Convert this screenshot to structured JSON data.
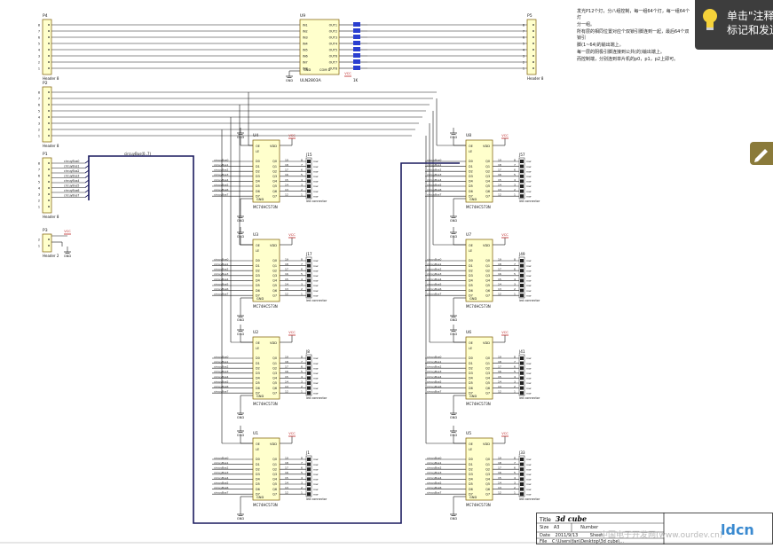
{
  "headers": [
    {
      "ref": "P4",
      "type": "Header 8"
    },
    {
      "ref": "P5",
      "type": "Header 8"
    },
    {
      "ref": "P2",
      "type": "Header 8"
    },
    {
      "ref": "P1",
      "type": "Header 8"
    },
    {
      "ref": "P3",
      "type": "Header 2"
    }
  ],
  "driver": {
    "ref": "U9",
    "part": "ULN2803A",
    "resistor": "1K",
    "gnd": "GND",
    "vcc": "VCC",
    "com": "COM D"
  },
  "shift_registers": [
    {
      "ref": "U4",
      "jack": "J15"
    },
    {
      "ref": "U3",
      "jack": "J17"
    },
    {
      "ref": "U2",
      "jack": "J8"
    },
    {
      "ref": "U1",
      "jack": "J1"
    },
    {
      "ref": "U8",
      "jack": "J57"
    },
    {
      "ref": "U7",
      "jack": "J49"
    },
    {
      "ref": "U6",
      "jack": "J41"
    },
    {
      "ref": "U5",
      "jack": "J33"
    }
  ],
  "sr_common": {
    "part": "MC74HC573N",
    "vdd": "VDD",
    "gnd": "GND",
    "vcc": "VCC",
    "jack_type": "led connector"
  },
  "bus_label": "circuyBus(0..7)",
  "notes": [
    "发光P12个灯，分八组控制，每一组64个灯，每一组64个灯",
    "分一组。",
    "所有层的相同位置对应个双锁引脚连到一起，最后64个双锁引",
    "脚(1~64)的输出端上。",
    "每一层的阴极引脚连接到公共(的)输出端上。",
    "",
    "而控制端，分别连到单片机的p0，p1，p2上即可。"
  ],
  "tip": {
    "line1": "单击\"注释",
    "line2": "标记和发送"
  },
  "title_block": {
    "title_label": "Title",
    "title": "3d cube",
    "size_label": "Size",
    "size": "A3",
    "number_label": "Number",
    "date_label": "Date",
    "date": "2011/9/13",
    "sheet_label": "Sheet",
    "file_label": "File",
    "file": "C:\\Users\\fan\\Desktop\\3d cube\\..."
  },
  "watermark": "中国电子开发网(www.ourdev.cn)",
  "logo": "ldcn"
}
